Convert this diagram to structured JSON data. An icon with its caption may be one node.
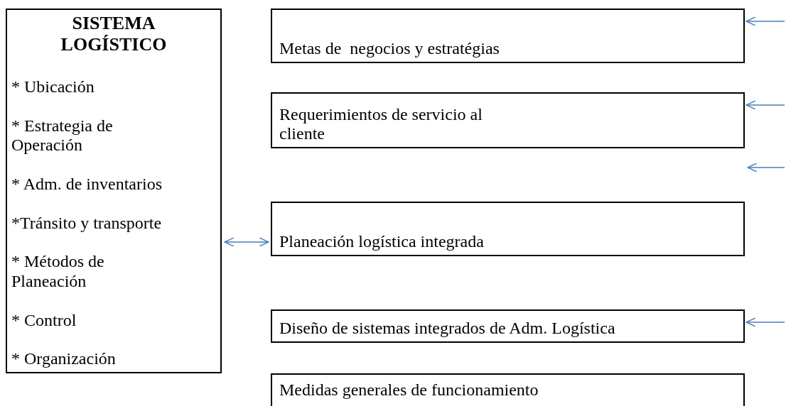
{
  "diagram": {
    "nodes": [
      {
        "text": [
          "SISTEMA LOGÍSTICO",
          "* Ubicación",
          "* Estrategia de Operación",
          "* Adm. de inventarios",
          "*Tránsito y transporte",
          "* Métodos de Planeación",
          "* Control",
          "* Organización"
        ]
      },
      {
        "text": [
          "Metas de  negocios y estratégias"
        ]
      },
      {
        "text": [
          "Requerimientos de servicio al cliente"
        ]
      },
      {
        "text": [
          "Planeación logística integrada"
        ]
      },
      {
        "text": [
          "Diseño de sistemas integrados de Adm. Logística"
        ]
      },
      {
        "text": [
          "Medidas generales de funcionamiento"
        ]
      }
    ],
    "edges": [
      {
        "from": null,
        "to": 1,
        "arrow": "to"
      },
      {
        "from": null,
        "to": 2,
        "arrow": "to"
      },
      {
        "from": null,
        "to": 4,
        "arrow": "to"
      },
      {
        "from": 0,
        "to": 3,
        "arrow": "both"
      }
    ]
  }
}
